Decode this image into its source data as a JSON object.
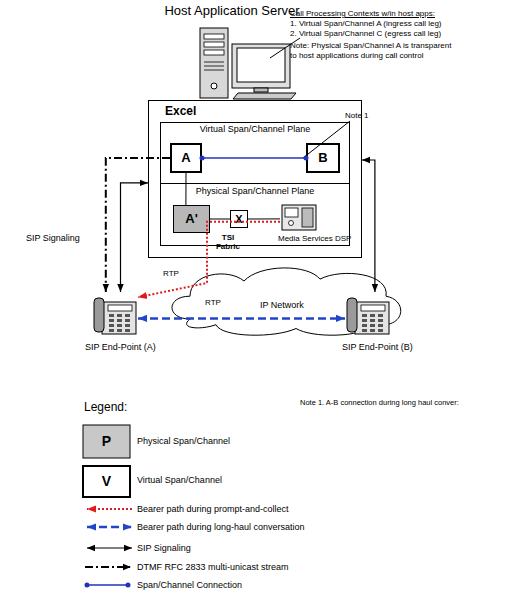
{
  "diagram": {
    "nodes": [
      {
        "text": [
          "Host Application Server"
        ]
      },
      {
        "text": [
          "Excel"
        ]
      },
      {
        "text": [
          "Virtual Span/Channel Plane"
        ],
        "in": 1
      },
      {
        "text": [
          "A"
        ],
        "in": 2
      },
      {
        "text": [
          "B"
        ],
        "in": 2
      },
      {
        "text": [
          "Physical Span/Channel Plane"
        ],
        "in": 1
      },
      {
        "text": [
          "A'"
        ],
        "in": 5
      },
      {
        "text": [
          "X"
        ],
        "in": 5
      },
      {
        "text": [
          "Media Services DSP"
        ],
        "in": 5
      },
      {
        "text": [
          "IP Network"
        ]
      },
      {
        "text": [
          "SIP End-Point (A)"
        ]
      },
      {
        "text": [
          "SIP End-Point (B)"
        ]
      }
    ],
    "edges": [
      {
        "from": 3,
        "to": 4,
        "arrow": "none"
      },
      {
        "from": 3,
        "to": 6,
        "arrow": "none"
      },
      {
        "from": 6,
        "to": 7,
        "arrow": "none"
      },
      {
        "from": 7,
        "to": 8,
        "arrow": "none"
      },
      {
        "from": 8,
        "to": 10,
        "arrow": "to",
        "label": "RTP"
      },
      {
        "from": 10,
        "to": 11,
        "arrow": "both",
        "label": "RTP"
      },
      {
        "from": 3,
        "to": 10,
        "arrow": "to"
      },
      {
        "from": 1,
        "to": 10,
        "arrow": "both",
        "label": "SIP Signaling"
      },
      {
        "from": 1,
        "to": 11,
        "arrow": "both"
      }
    ],
    "labels": [
      "Call Processing Contexts w/in host apps:",
      "1. Virtual Span/Channel A (ingress call leg)",
      "2. Virtual Span/Channel C (egress call leg)",
      "Note: Physical Span/Channel A is transparent to host applications during call control",
      "Note 1",
      "TSI Fabric",
      "Legend:",
      "P",
      "V",
      "Note 1. A-B connection during long haul conver:"
    ],
    "legend": [
      {
        "text": "Physical Span/Channel"
      },
      {
        "text": "Virtual Span/Channel"
      },
      {
        "text": "Bearer path during prompt-and-collect"
      },
      {
        "text": "Bearer path during long-haul conversation"
      },
      {
        "text": "SIP Signaling"
      },
      {
        "text": "DTMF RFC 2833 multi-unicast stream"
      },
      {
        "text": "Span/Channel Connection"
      }
    ]
  }
}
